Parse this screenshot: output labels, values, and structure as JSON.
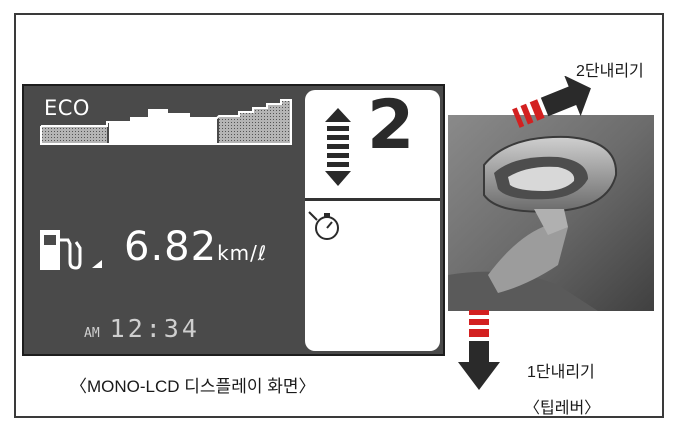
{
  "lcd": {
    "eco_label": "ECO",
    "fuel_value": "6.82",
    "fuel_unit": "km/ℓ",
    "clock_ampm": "AM",
    "clock_time": "12:34",
    "gear_number": "2"
  },
  "labels": {
    "downshift_2": "2단내리기",
    "downshift_1": "1단내리기",
    "tip_lever": "〈팁레버〉",
    "display_caption": "〈MONO-LCD 디스플레이 화면〉"
  },
  "colors": {
    "lcd_background": "#4a4a4a",
    "arrow_red": "#d32020",
    "arrow_dark": "#2a2a2a"
  }
}
